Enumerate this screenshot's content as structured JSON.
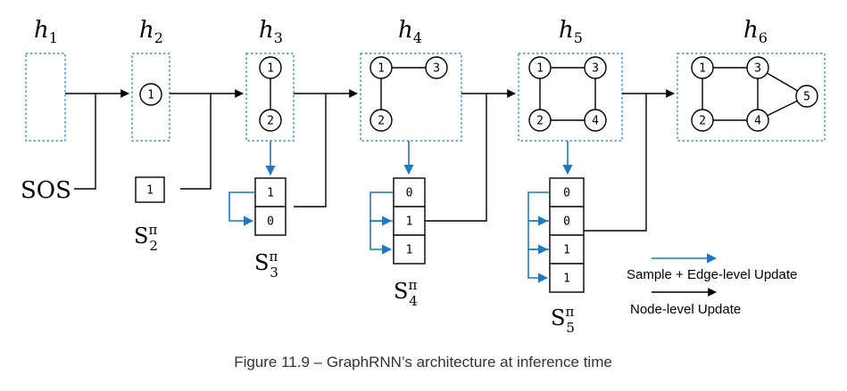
{
  "hidden_states": [
    {
      "base": "h",
      "sub": "1"
    },
    {
      "base": "h",
      "sub": "2"
    },
    {
      "base": "h",
      "sub": "3"
    },
    {
      "base": "h",
      "sub": "4"
    },
    {
      "base": "h",
      "sub": "5"
    },
    {
      "base": "h",
      "sub": "6"
    }
  ],
  "graphs": [
    {
      "nodes": [],
      "edges": []
    },
    {
      "nodes": [
        "1"
      ],
      "edges": []
    },
    {
      "nodes": [
        "1",
        "2"
      ],
      "edges": [
        [
          "1",
          "2"
        ]
      ]
    },
    {
      "nodes": [
        "1",
        "3",
        "2"
      ],
      "edges": [
        [
          "1",
          "3"
        ],
        [
          "1",
          "2"
        ]
      ]
    },
    {
      "nodes": [
        "1",
        "3",
        "2",
        "4"
      ],
      "edges": [
        [
          "1",
          "3"
        ],
        [
          "1",
          "2"
        ],
        [
          "2",
          "4"
        ],
        [
          "3",
          "4"
        ]
      ]
    },
    {
      "nodes": [
        "1",
        "3",
        "2",
        "4",
        "5"
      ],
      "edges": [
        [
          "1",
          "3"
        ],
        [
          "1",
          "2"
        ],
        [
          "2",
          "4"
        ],
        [
          "3",
          "4"
        ],
        [
          "3",
          "5"
        ],
        [
          "4",
          "5"
        ]
      ]
    }
  ],
  "sos_label": "SOS",
  "sequences": [
    {
      "base": "S",
      "sup": "π",
      "sub": "2",
      "cells": [
        "1"
      ]
    },
    {
      "base": "S",
      "sup": "π",
      "sub": "3",
      "cells": [
        "1",
        "0"
      ]
    },
    {
      "base": "S",
      "sup": "π",
      "sub": "4",
      "cells": [
        "0",
        "1",
        "1"
      ]
    },
    {
      "base": "S",
      "sup": "π",
      "sub": "5",
      "cells": [
        "0",
        "0",
        "1",
        "1"
      ]
    }
  ],
  "legend": {
    "blue_label": "Sample + Edge-level Update",
    "black_label": "Node-level Update",
    "blue_color": "#1f78c4",
    "black_color": "#000000"
  },
  "caption": "Figure 11.9 – GraphRNN’s architecture at inference time"
}
